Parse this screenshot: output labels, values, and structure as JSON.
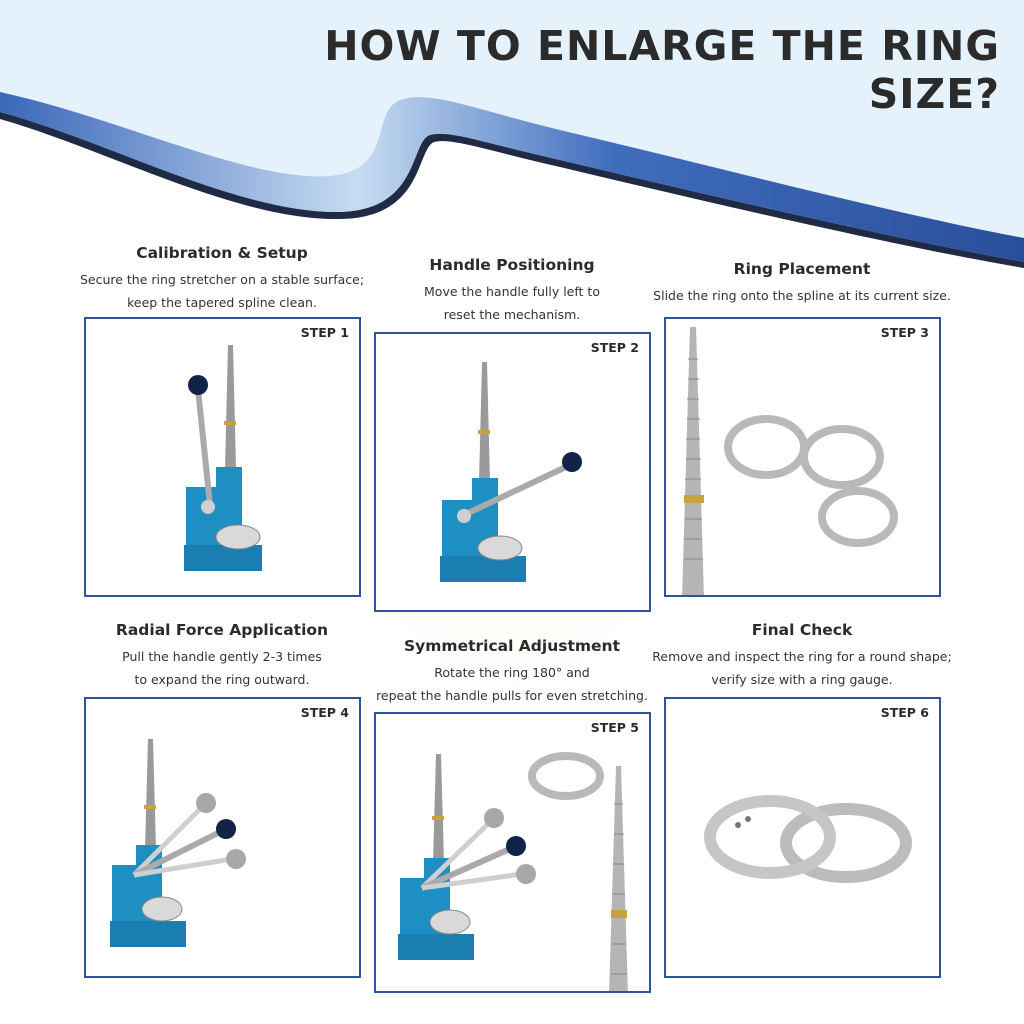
{
  "title": "HOW TO ENLARGE THE RING SIZE?",
  "colors": {
    "brand_blue": "#2c54a0",
    "light_blue": "#e5f2fb",
    "tool_teal": "#1e8fc2",
    "text": "#2b2b2b"
  },
  "steps": [
    {
      "label": "STEP 1",
      "heading": "Calibration & Setup",
      "lines": [
        "Secure the ring stretcher on a stable surface;",
        "keep the tapered spline clean."
      ]
    },
    {
      "label": "STEP 2",
      "heading": "Handle Positioning",
      "lines": [
        "Move the handle fully left to",
        "reset the mechanism."
      ]
    },
    {
      "label": "STEP 3",
      "heading": "Ring Placement",
      "lines": [
        "Slide the ring onto the spline at its current size."
      ]
    },
    {
      "label": "STEP 4",
      "heading": "Radial Force Application",
      "lines": [
        "Pull the handle gently 2-3 times",
        "to expand the ring outward."
      ]
    },
    {
      "label": "STEP 5",
      "heading": "Symmetrical Adjustment",
      "lines": [
        "Rotate the ring 180° and",
        "repeat the handle pulls for even stretching."
      ]
    },
    {
      "label": "STEP 6",
      "heading": "Final Check",
      "lines": [
        "Remove and inspect the ring for a round shape;",
        "verify size with a ring gauge."
      ]
    }
  ]
}
